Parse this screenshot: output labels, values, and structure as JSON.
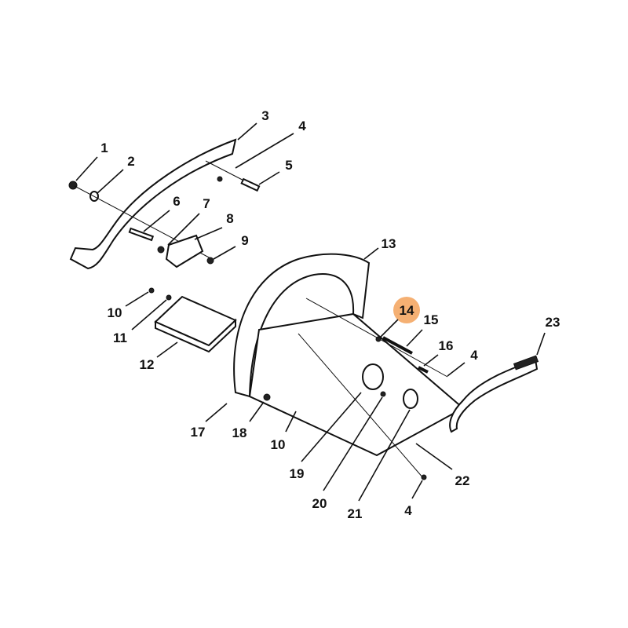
{
  "diagram": {
    "highlight_color": "#f5b073",
    "highlighted_label": "14",
    "callouts": [
      {
        "id": "c1",
        "label": "1"
      },
      {
        "id": "c2",
        "label": "2"
      },
      {
        "id": "c3",
        "label": "3"
      },
      {
        "id": "c4a",
        "label": "4"
      },
      {
        "id": "c5",
        "label": "5"
      },
      {
        "id": "c6",
        "label": "6"
      },
      {
        "id": "c7",
        "label": "7"
      },
      {
        "id": "c8",
        "label": "8"
      },
      {
        "id": "c9",
        "label": "9"
      },
      {
        "id": "c10a",
        "label": "10"
      },
      {
        "id": "c11",
        "label": "11"
      },
      {
        "id": "c12",
        "label": "12"
      },
      {
        "id": "c13",
        "label": "13"
      },
      {
        "id": "c14",
        "label": "14"
      },
      {
        "id": "c15",
        "label": "15"
      },
      {
        "id": "c16",
        "label": "16"
      },
      {
        "id": "c4b",
        "label": "4"
      },
      {
        "id": "c23",
        "label": "23"
      },
      {
        "id": "c17",
        "label": "17"
      },
      {
        "id": "c18",
        "label": "18"
      },
      {
        "id": "c10b",
        "label": "10"
      },
      {
        "id": "c19",
        "label": "19"
      },
      {
        "id": "c20",
        "label": "20"
      },
      {
        "id": "c21",
        "label": "21"
      },
      {
        "id": "c22",
        "label": "22"
      },
      {
        "id": "c4c",
        "label": "4"
      }
    ]
  }
}
